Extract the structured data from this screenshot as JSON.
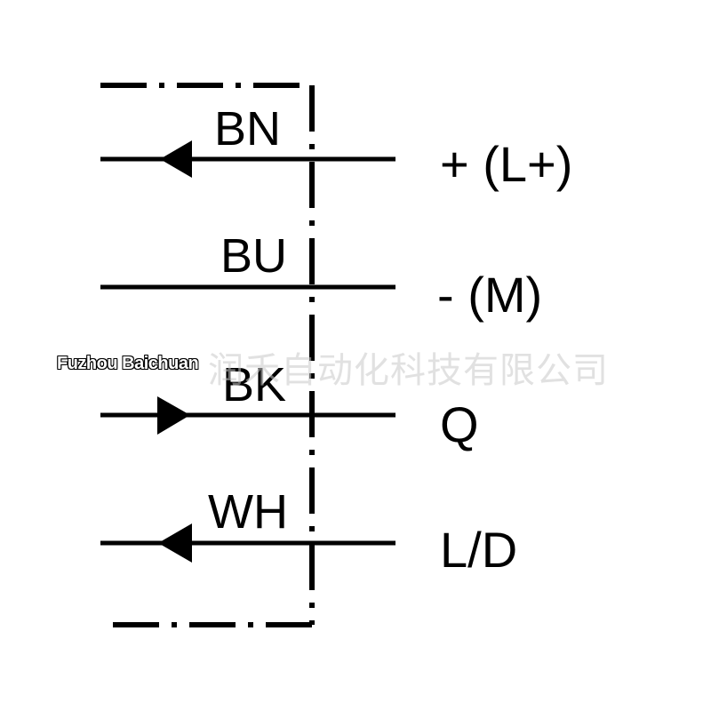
{
  "diagram": {
    "wires": [
      {
        "code": "BN",
        "terminal": "+ (L+)",
        "arrow": "left"
      },
      {
        "code": "BU",
        "terminal": "- (M)",
        "arrow": "none"
      },
      {
        "code": "BK",
        "terminal": "Q",
        "arrow": "right"
      },
      {
        "code": "WH",
        "terminal": "L/D",
        "arrow": "left"
      }
    ]
  },
  "watermark": {
    "english": "Fuzhou Baichuan",
    "chinese": "润禾自动化科技有限公司"
  },
  "colors": {
    "line": "#000000",
    "background": "#ffffff"
  }
}
